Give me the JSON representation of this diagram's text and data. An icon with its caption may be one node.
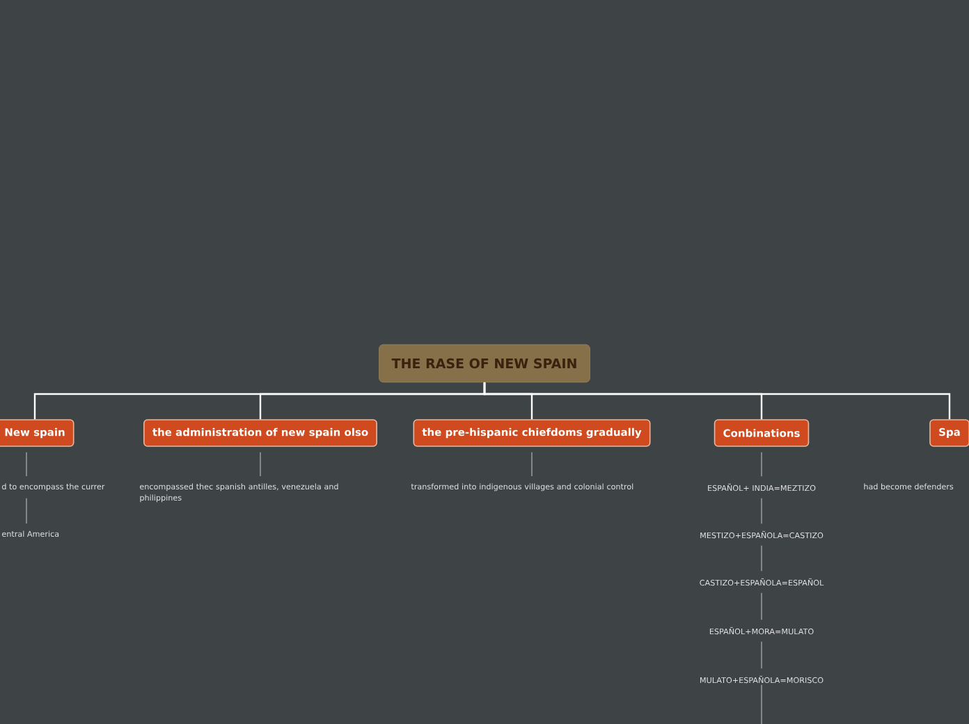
{
  "diagram": {
    "nodes": [
      {
        "text": [
          "THE RASE OF NEW SPAIN"
        ]
      },
      {
        "text": [
          "New spain"
        ]
      },
      {
        "text": [
          "the administration of new spain olso"
        ]
      },
      {
        "text": [
          "the pre-hispanic chiefdoms gradually"
        ]
      },
      {
        "text": [
          "Conbinations"
        ]
      },
      {
        "text": [
          "Spa"
        ]
      },
      {
        "text": [
          "d to encompass the currer"
        ]
      },
      {
        "text": [
          "entral America"
        ]
      },
      {
        "text": [
          "encompassed thec spanish antilles, venezuela and philippines"
        ]
      },
      {
        "text": [
          "transformed into indigenous villages and colonial control"
        ]
      },
      {
        "text": [
          "ESPAÑOL+ INDIA=MEZTIZO"
        ]
      },
      {
        "text": [
          "MESTIZO+ESPAÑOLA=CASTIZO"
        ]
      },
      {
        "text": [
          "CASTIZO+ESPAÑOLA=ESPAÑOL"
        ]
      },
      {
        "text": [
          "ESPAÑOL+MORA=MULATO"
        ]
      },
      {
        "text": [
          "MULATO+ESPAÑOLA=MORISCO"
        ]
      },
      {
        "text": [
          "had become defenders"
        ]
      }
    ],
    "edges": [
      {
        "from": 0,
        "to": 1,
        "arrow": "none",
        "color": "#ffffff"
      },
      {
        "from": 0,
        "to": 2,
        "arrow": "none",
        "color": "#ffffff"
      },
      {
        "from": 0,
        "to": 3,
        "arrow": "none",
        "color": "#ffffff"
      },
      {
        "from": 0,
        "to": 4,
        "arrow": "none",
        "color": "#ffffff"
      },
      {
        "from": 0,
        "to": 5,
        "arrow": "none",
        "color": "#ffffff"
      },
      {
        "from": 1,
        "to": 6,
        "arrow": "none"
      },
      {
        "from": 6,
        "to": 7,
        "arrow": "none"
      },
      {
        "from": 2,
        "to": 8,
        "arrow": "none"
      },
      {
        "from": 3,
        "to": 9,
        "arrow": "none"
      },
      {
        "from": 4,
        "to": 10,
        "arrow": "none"
      },
      {
        "from": 10,
        "to": 11,
        "arrow": "none"
      },
      {
        "from": 11,
        "to": 12,
        "arrow": "none"
      },
      {
        "from": 12,
        "to": 13,
        "arrow": "none"
      },
      {
        "from": 13,
        "to": 14,
        "arrow": "none"
      },
      {
        "from": 14,
        "to": null,
        "arrow": "none"
      }
    ]
  }
}
